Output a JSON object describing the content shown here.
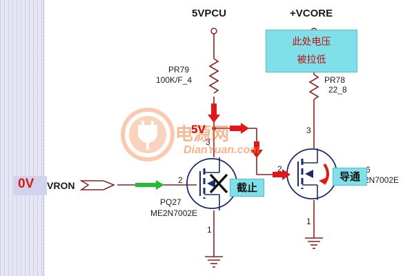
{
  "labels": {
    "left_voltage": "0V",
    "vron": "VRON",
    "vcc_left": "5VPCU",
    "vcc_right": "+VCORE",
    "pr79_name": "PR79",
    "pr79_value": "100K/F_4",
    "pr78_name": "PR78",
    "pr78_value": "22_8",
    "node_voltage": "5V",
    "q1_name": "PQ27",
    "q1_part": "ME2N7002E",
    "q2_part": "2N7002E",
    "q2_pin": "6",
    "note_line1": "此处电压",
    "note_line2": "被拉低",
    "q1_state": "截止",
    "q2_state": "导通"
  },
  "pins": {
    "q1_drain": "3",
    "q1_gate": "2",
    "q1_source": "1",
    "q2_drain": "3",
    "q2_gate": "2",
    "q2_source": "1"
  },
  "watermark": {
    "cn": "电源网",
    "en": "DianYuan.com"
  },
  "colors": {
    "wire": "#8a1f1f",
    "arrow_red": "#e01818",
    "arrow_green": "#22bb33",
    "note_bg": "#7fe0ea",
    "node_red": "#d01010",
    "watermark": "#f08040"
  }
}
